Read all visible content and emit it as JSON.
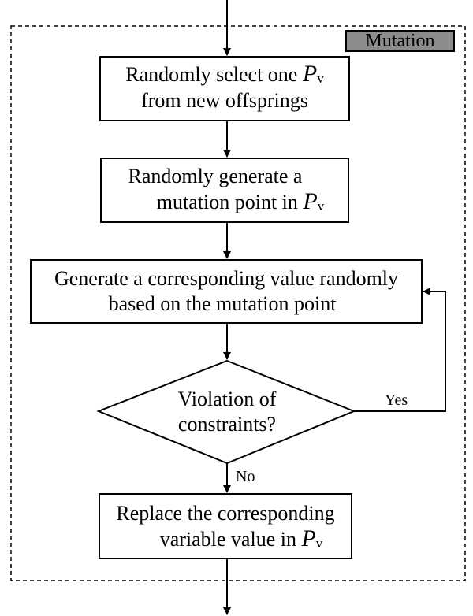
{
  "section_tag": "Mutation",
  "steps": {
    "select": {
      "line1": "Randomly select one",
      "var": "P",
      "sub": "v",
      "line2": "from new offsprings"
    },
    "generate_point": {
      "line1": "Randomly generate a",
      "line2_prefix": "mutation point in",
      "var": "P",
      "sub": "v"
    },
    "generate_value": {
      "line1": "Generate a corresponding value randomly",
      "line2": "based on the mutation point"
    },
    "replace": {
      "line1": "Replace the corresponding",
      "line2_prefix": "variable value in",
      "var": "P",
      "sub": "v"
    }
  },
  "decision": {
    "line1": "Violation of",
    "line2": "constraints?"
  },
  "branches": {
    "yes": "Yes",
    "no": "No"
  }
}
